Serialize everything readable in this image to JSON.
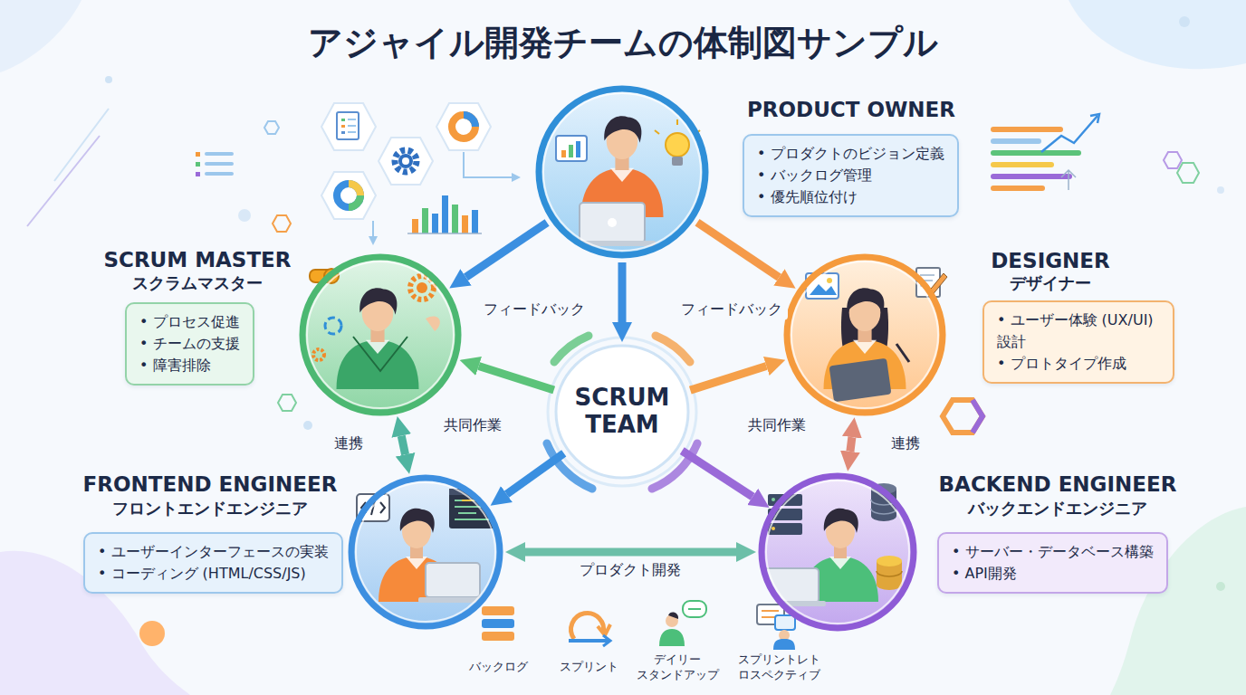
{
  "diagram": {
    "title": "アジャイル開発チームの体制図サンプル",
    "nodes": [
      {
        "text": [
          "PRODUCT OWNER"
        ]
      },
      {
        "text": [
          "• プロダクトのビジョン定義",
          "• バックログ管理",
          "• 優先順位付け"
        ]
      },
      {
        "text": [
          "SCRUM MASTER",
          "スクラムマスター"
        ]
      },
      {
        "text": [
          "• プロセス促進",
          "• チームの支援",
          "• 障害排除"
        ]
      },
      {
        "text": [
          "DESIGNER",
          "デザイナー"
        ]
      },
      {
        "text": [
          "• ユーザー体験 (UX/UI) 設計",
          "• プロトタイプ作成"
        ]
      },
      {
        "text": [
          "SCRUM TEAM"
        ]
      },
      {
        "text": [
          "FRONTEND ENGINEER",
          "フロントエンドエンジニア"
        ]
      },
      {
        "text": [
          "• ユーザーインターフェースの実装",
          "• コーディング (HTML/CSS/JS)"
        ]
      },
      {
        "text": [
          "BACKEND ENGINEER",
          "バックエンドエンジニア"
        ]
      },
      {
        "text": [
          "• サーバー・データベース構築",
          "• API開発"
        ]
      }
    ],
    "edges": [
      {
        "from": 0,
        "to": 2,
        "arrow": "to"
      },
      {
        "from": 0,
        "to": 6,
        "arrow": "to"
      },
      {
        "from": 0,
        "to": 4,
        "arrow": "to"
      },
      {
        "from": 6,
        "to": 2,
        "arrow": "to",
        "label": "フィードバック"
      },
      {
        "from": 6,
        "to": 4,
        "arrow": "to",
        "label": "フィードバック"
      },
      {
        "from": 2,
        "to": 7,
        "arrow": "both",
        "label": "連携"
      },
      {
        "from": 6,
        "to": 7,
        "arrow": "to",
        "label": "共同作業"
      },
      {
        "from": 4,
        "to": 9,
        "arrow": "both",
        "label": "連携"
      },
      {
        "from": 6,
        "to": 9,
        "arrow": "to",
        "label": "共同作業"
      },
      {
        "from": 7,
        "to": 9,
        "arrow": "both",
        "label": "プロダクト開発"
      }
    ],
    "labels": [
      "バックログ",
      "スプリント",
      "デイリー スタンドアップ",
      "スプリントレト ロスペクティブ"
    ]
  }
}
